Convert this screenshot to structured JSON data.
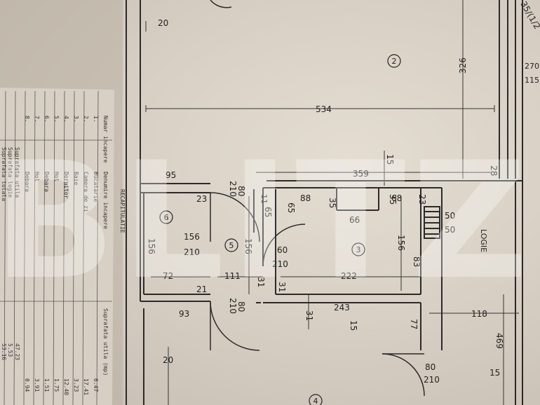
{
  "plan": {
    "room_numbers": [
      "2",
      "3",
      "5",
      "6",
      "4"
    ],
    "room_label_logie": "LOGIE",
    "handwritten_top_right": "35/(1/2",
    "dimensions": {
      "d20_top": "20",
      "d326": "326",
      "d534": "534",
      "d270": "270",
      "d115": "115",
      "d95": "95",
      "d80_a": "80",
      "d210_a": "210",
      "d359": "359",
      "d15_a": "15",
      "d28": "28",
      "d23_a": "23",
      "d11": "11",
      "d65_a": "65",
      "d65_b": "65",
      "d88": "88",
      "d35_a": "35",
      "d35_b": "35",
      "d68": "68",
      "d23_b": "23",
      "d50_a": "50",
      "d50_b": "50",
      "d66": "66",
      "d156_a": "156",
      "d210_b": "210",
      "d156_b": "156",
      "d156_c": "156",
      "d156_d": "156",
      "d60": "60",
      "d210_c": "210",
      "d83": "83",
      "d72": "72",
      "d111": "111",
      "d222": "222",
      "d31_a": "31",
      "d31_b": "31",
      "d21": "21",
      "d80_b": "80",
      "d210_d": "210",
      "d93": "93",
      "d31_c": "31",
      "d243": "243",
      "d15_b": "15",
      "d118": "118",
      "d77": "77",
      "d469": "469",
      "d20_bot": "20",
      "d80_c": "80",
      "d210_e": "210",
      "d15_c": "15"
    }
  },
  "table": {
    "title": "RECAPITULATIE",
    "col_number": "Numar incapere",
    "col_name": "Denumire incapere",
    "col_area": "Suprafata utila (mp)",
    "rows": [
      {
        "nr": "1.",
        "name": "Bucatarie",
        "area": "6.47"
      },
      {
        "nr": "2.",
        "name": "Camera de zi",
        "area": "17.41"
      },
      {
        "nr": "3.",
        "name": "Baie",
        "area": "3.23"
      },
      {
        "nr": "4.",
        "name": "Dormitor",
        "area": "12.40"
      },
      {
        "nr": "5.",
        "name": "Hol",
        "area": "1.75"
      },
      {
        "nr": "6.",
        "name": "Debara",
        "area": "1.51"
      },
      {
        "nr": "7.",
        "name": "Hol",
        "area": "3.91"
      },
      {
        "nr": "8.",
        "name": "Debara",
        "area": "0.94"
      }
    ],
    "totals": [
      {
        "label": "Suprafata utila",
        "area": "47.23"
      },
      {
        "label": "Suprafata logie",
        "area": "5.53"
      },
      {
        "label": "Suprafata totala",
        "area": "53.16"
      }
    ]
  },
  "watermark": "BLITZ"
}
